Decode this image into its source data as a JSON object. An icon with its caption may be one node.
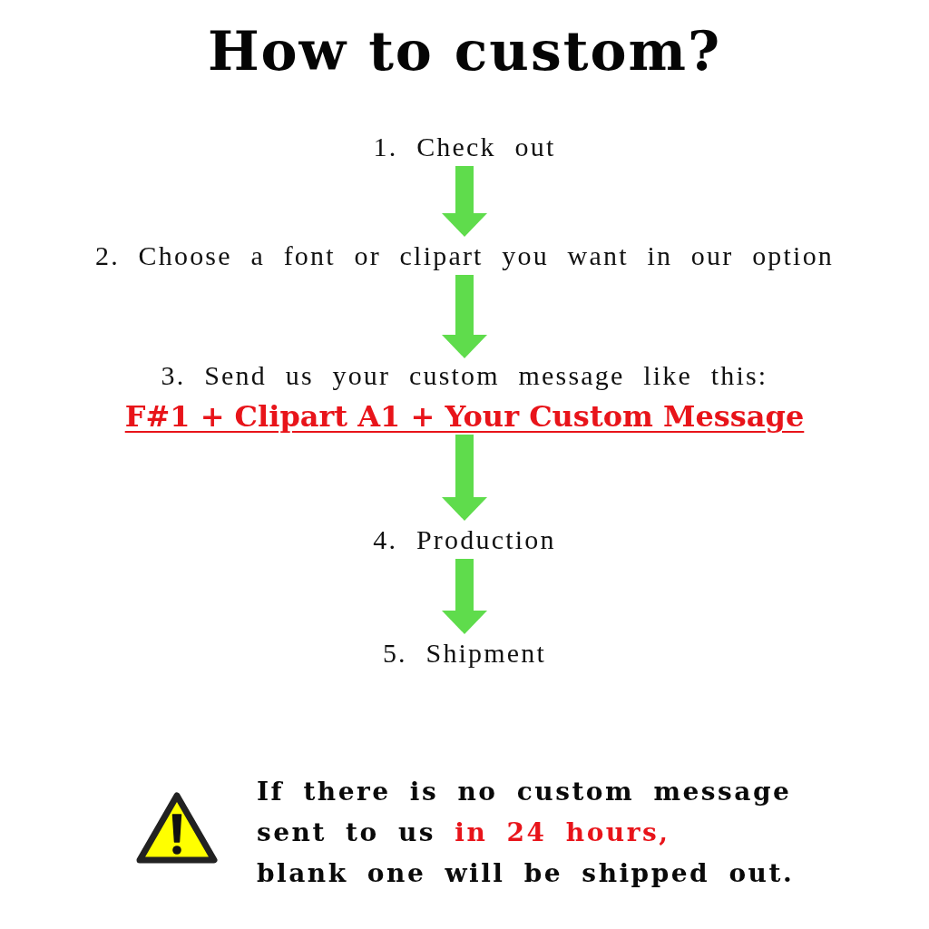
{
  "diagram": {
    "title": "How to custom?",
    "nodes": [
      {
        "text": [
          "1. Check out"
        ]
      },
      {
        "text": [
          "2. Choose a font or clipart you want in our option"
        ]
      },
      {
        "text": [
          "3. Send us your custom message like this:",
          "F#1 + Clipart A1 + Your Custom Message"
        ]
      },
      {
        "text": [
          "4. Production"
        ]
      },
      {
        "text": [
          "5. Shipment"
        ]
      }
    ],
    "edges": [
      {
        "from": 0,
        "to": 1,
        "arrow": "to"
      },
      {
        "from": 1,
        "to": 2,
        "arrow": "to"
      },
      {
        "from": 2,
        "to": 3,
        "arrow": "to"
      },
      {
        "from": 3,
        "to": 4,
        "arrow": "to"
      }
    ],
    "labels": [
      "If there is no custom message sent to us **in 24 hours,** blank one will be shipped out."
    ]
  }
}
